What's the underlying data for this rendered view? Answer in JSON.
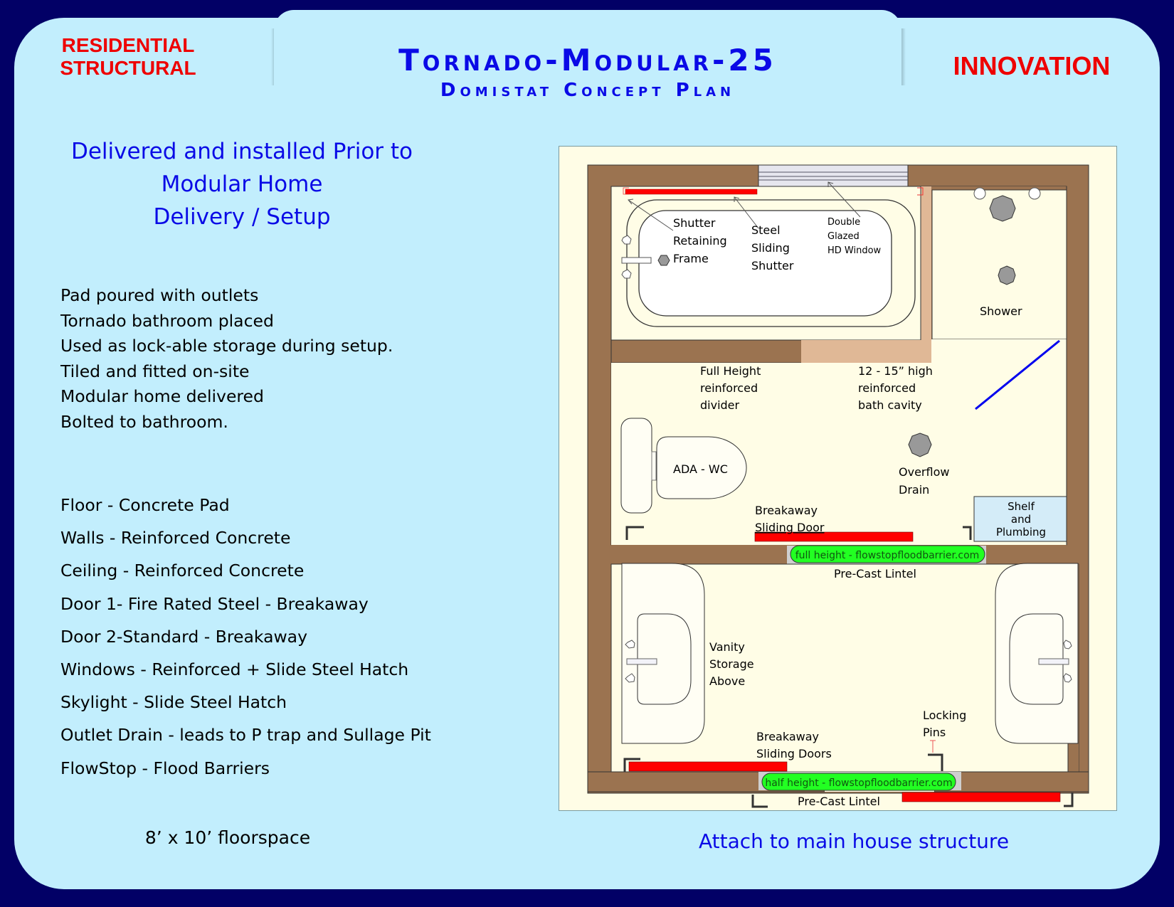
{
  "header": {
    "corner_left_line1": "RESIDENTIAL",
    "corner_left_line2": "STRUCTURAL",
    "title": "Tornado-Modular-25",
    "subtitle": "Domistat Concept Plan",
    "corner_right": "INNOVATION"
  },
  "intro": {
    "lines": [
      "Delivered and installed Prior to",
      "Modular Home",
      "Delivery / Setup"
    ]
  },
  "steps": [
    "Pad poured with outlets",
    "Tornado bathroom placed",
    "Used as lock-able storage during setup.",
    "Tiled and fitted on-site",
    "Modular home delivered",
    "Bolted to bathroom."
  ],
  "specs": [
    "Floor - Concrete Pad",
    "Walls - Reinforced Concrete",
    "Ceiling - Reinforced Concrete",
    "Door 1- Fire Rated Steel - Breakaway",
    "Door 2-Standard - Breakaway",
    "Windows - Reinforced + Slide Steel Hatch",
    "Skylight - Slide Steel Hatch",
    "Outlet Drain - leads to P trap and Sullage Pit",
    "FlowStop - Flood Barriers"
  ],
  "footer": {
    "floorspace": "8’ x 10’ floorspace",
    "attach": "Attach to main house structure"
  },
  "plan": {
    "labels": {
      "shutter_frame": [
        "Shutter",
        "Retaining",
        "Frame"
      ],
      "steel_shutter": [
        "Steel",
        "Sliding",
        "Shutter"
      ],
      "window": [
        "Double",
        "Glazed",
        "HD Window"
      ],
      "shower": "Shower",
      "divider": [
        "Full Height",
        "reinforced",
        "divider"
      ],
      "bath_cavity": [
        "12 - 15” high",
        "reinforced",
        "bath cavity"
      ],
      "wc": "ADA - WC",
      "overflow": [
        "Overflow",
        "Drain"
      ],
      "door1": [
        "Breakaway",
        "Sliding Door"
      ],
      "shelf": [
        "Shelf",
        "and",
        "Plumbing"
      ],
      "barrier_full": "full height - flowstopfloodbarrier.com",
      "lintel_1": "Pre-Cast Lintel",
      "vanity": [
        "Vanity",
        "Storage",
        "Above"
      ],
      "locking": [
        "Locking",
        "Pins"
      ],
      "door2": [
        "Breakaway",
        "Sliding Doors"
      ],
      "barrier_half": "half height - flowstopfloodbarrier.com",
      "lintel_2": "Pre-Cast Lintel"
    }
  },
  "colors": {
    "background": "#020066",
    "panel": "#c2eefd",
    "title_blue": "#0a0ae6",
    "accent_red": "#ee0000",
    "wall_brown": "#9b7350",
    "cavity_tan": "#e0b896",
    "floor_cream": "#fffde6",
    "barrier_green": "#22ff22",
    "shelf_blue": "#d4ecf8"
  }
}
